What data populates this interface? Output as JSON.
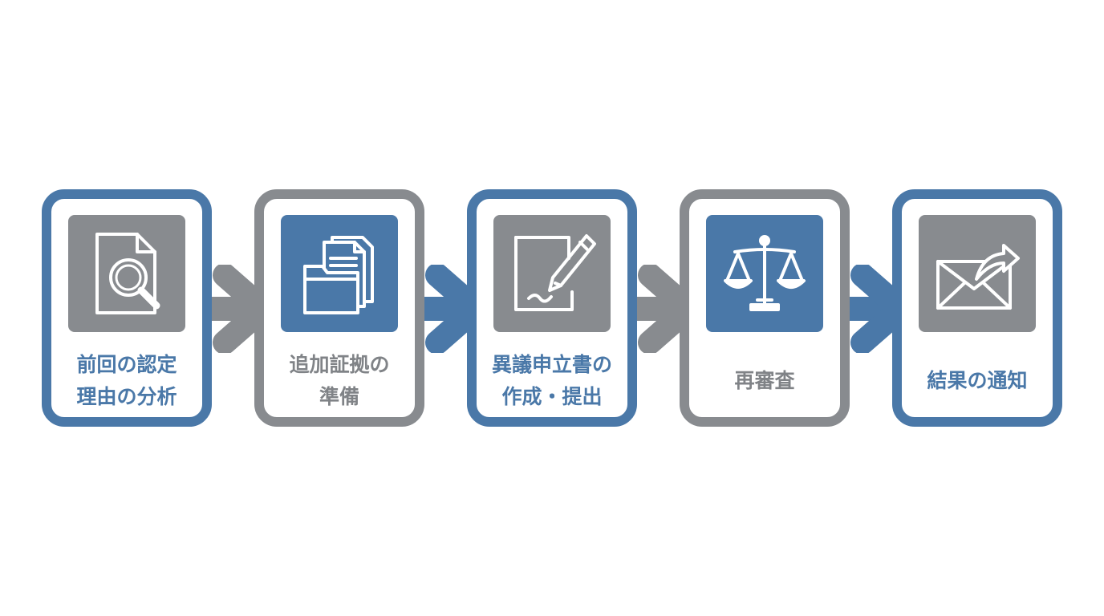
{
  "colors": {
    "blue": "#4a78a8",
    "gray": "#888b8f",
    "background": "#ffffff"
  },
  "steps": [
    {
      "accent": "blue",
      "icon": "document-search-icon",
      "lines": [
        "前回の認定",
        "理由の分析"
      ]
    },
    {
      "accent": "gray",
      "icon": "documents-folder-icon",
      "lines": [
        "追加証拠の",
        "準備"
      ]
    },
    {
      "accent": "blue",
      "icon": "pen-document-icon",
      "lines": [
        "異議申立書の",
        "作成・提出"
      ]
    },
    {
      "accent": "gray",
      "icon": "scales-of-justice-icon",
      "lines": [
        "再審査"
      ]
    },
    {
      "accent": "blue",
      "icon": "envelope-forward-icon",
      "lines": [
        "結果の通知"
      ]
    }
  ],
  "arrows": [
    {
      "accent": "gray"
    },
    {
      "accent": "blue"
    },
    {
      "accent": "gray"
    },
    {
      "accent": "blue"
    }
  ]
}
